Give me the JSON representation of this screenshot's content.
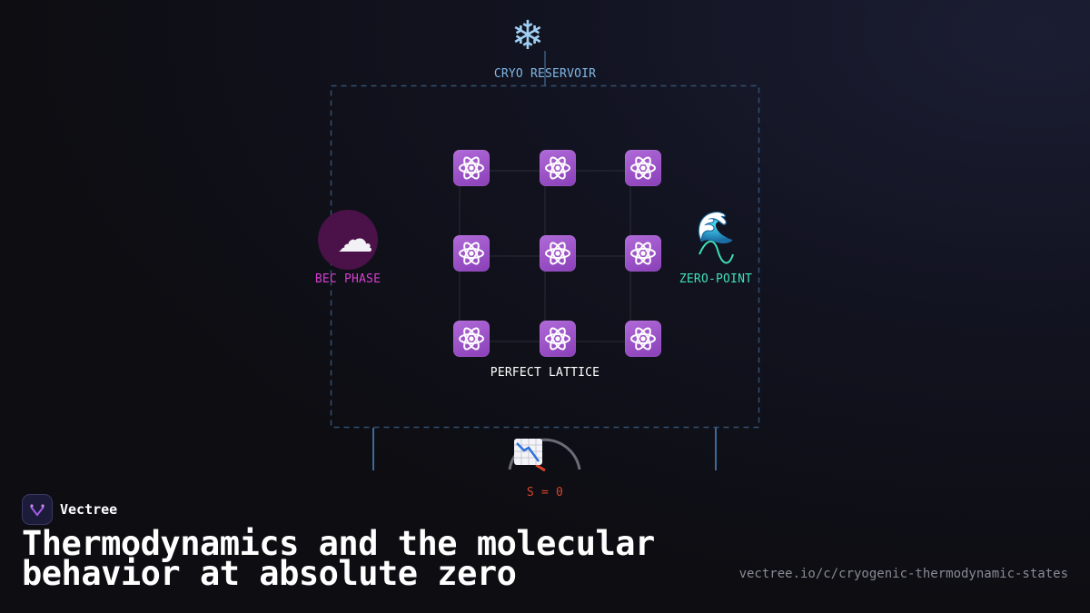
{
  "diagram": {
    "reservoir_label": "CRYO RESERVOIR",
    "bec_label": "BEC PHASE",
    "zero_point_label": "ZERO-POINT",
    "lattice_label": "PERFECT LATTICE",
    "entropy_label": "S = 0",
    "icons": {
      "reservoir": "snowflake-icon",
      "bec": "cloud-icon",
      "zero_point": "wave-icon",
      "lattice": "atom-icon",
      "entropy": "chart-decreasing-icon"
    },
    "colors": {
      "reservoir_text": "#7fb6e6",
      "bec_text": "#d63fd0",
      "zero_point_text": "#3fe0b8",
      "lattice_text": "#ffffff",
      "entropy_text": "#d9442c",
      "frame": "#3a5878"
    }
  },
  "brand": {
    "name": "Vectree"
  },
  "headline": "Thermodynamics and the molecular behavior at absolute zero",
  "url": "vectree.io/c/cryogenic-thermodynamic-states"
}
